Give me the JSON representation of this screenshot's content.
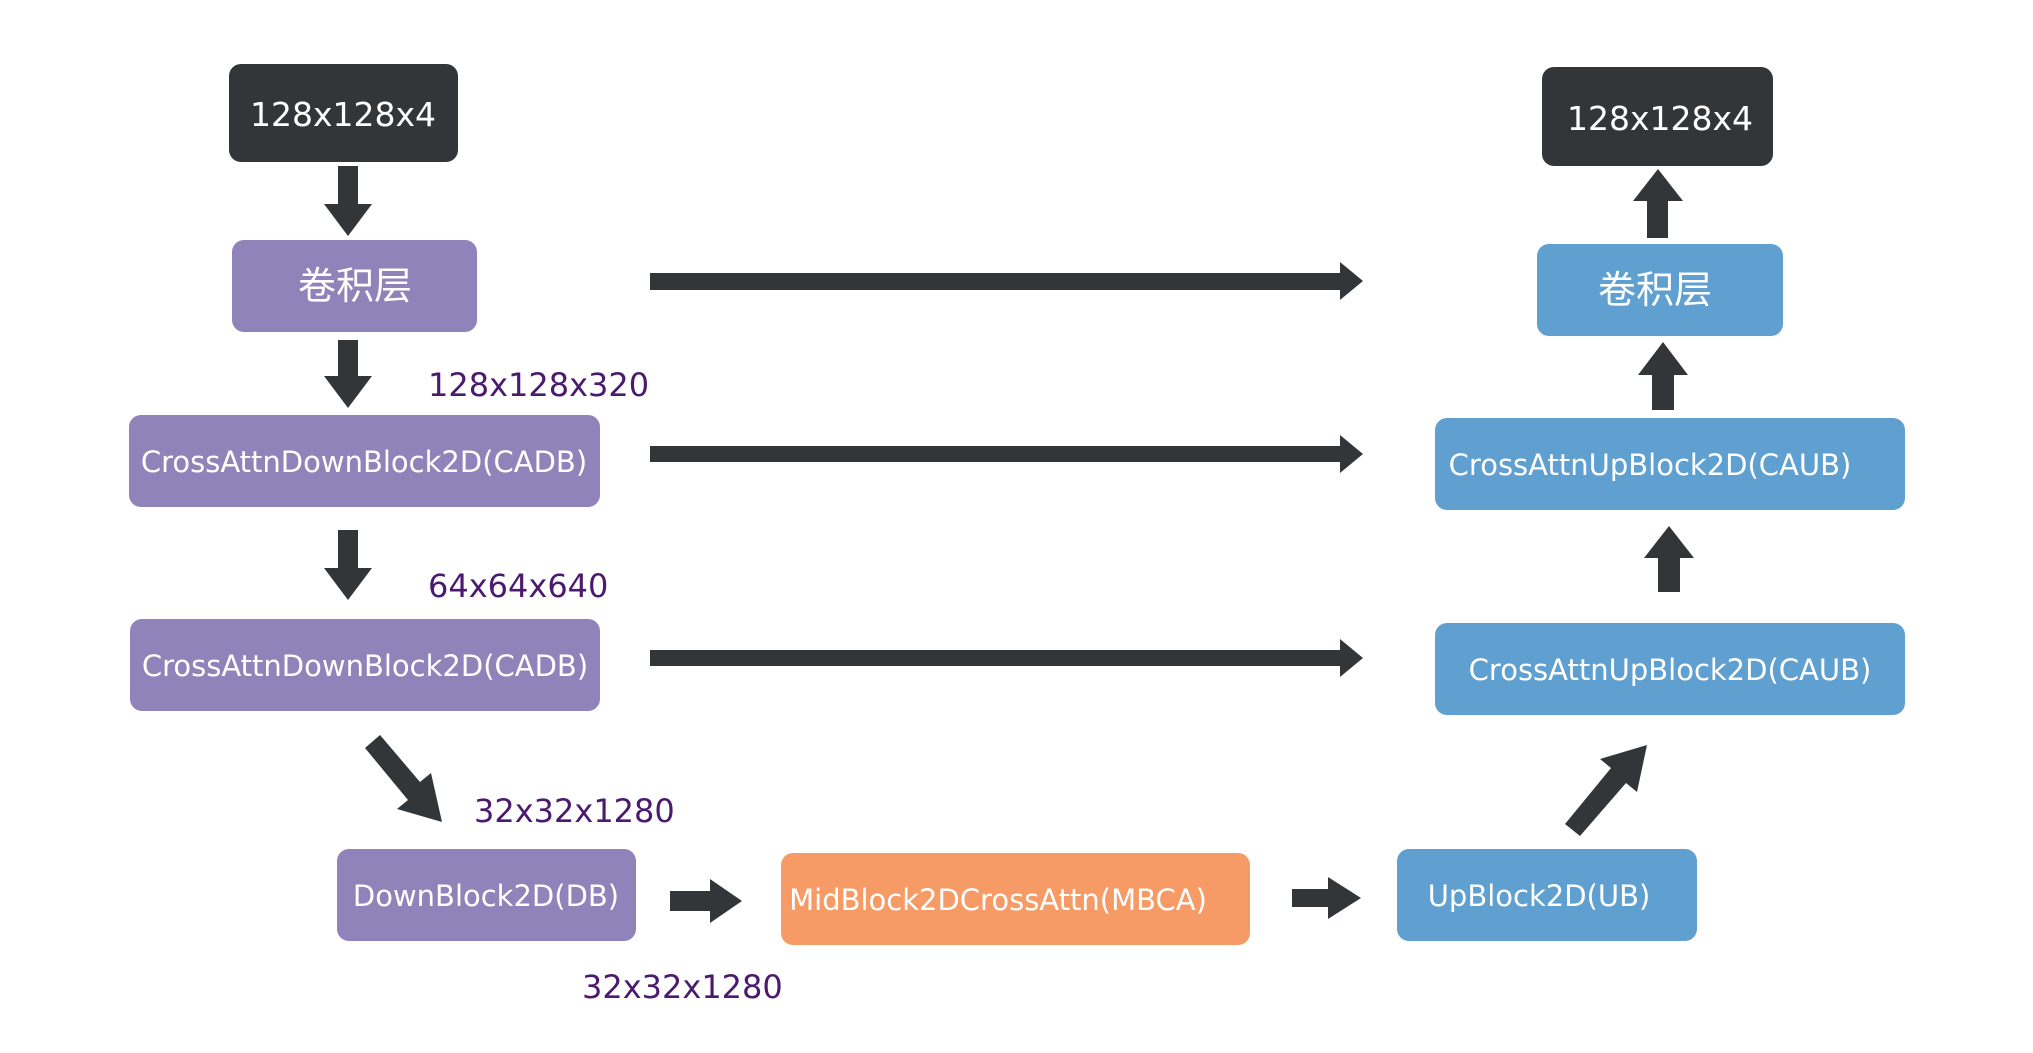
{
  "colors": {
    "dark": "#333639",
    "purple": "#8f83b9",
    "blue": "#5fa0d1",
    "orange": "#f79b66",
    "dimension_text": "#4a1a6e",
    "box_text": "#ffffff"
  },
  "nodes": {
    "input": "128x128x4",
    "conv_in": "卷积层",
    "cadb_1": "CrossAttnDownBlock2D(CADB)",
    "cadb_2": "CrossAttnDownBlock2D(CADB)",
    "db": "DownBlock2D(DB)",
    "mbca": "MidBlock2DCrossAttn(MBCA)",
    "ub": "UpBlock2D(UB)",
    "caub_2": "CrossAttnUpBlock2D(CAUB)",
    "caub_1": "CrossAttnUpBlock2D(CAUB)",
    "conv_out": "卷积层",
    "output": "128x128x4"
  },
  "dimensions": {
    "after_conv": "128x128x320",
    "after_cadb_1": "64x64x640",
    "after_cadb_2": "32x32x1280",
    "after_db": "32x32x1280"
  }
}
